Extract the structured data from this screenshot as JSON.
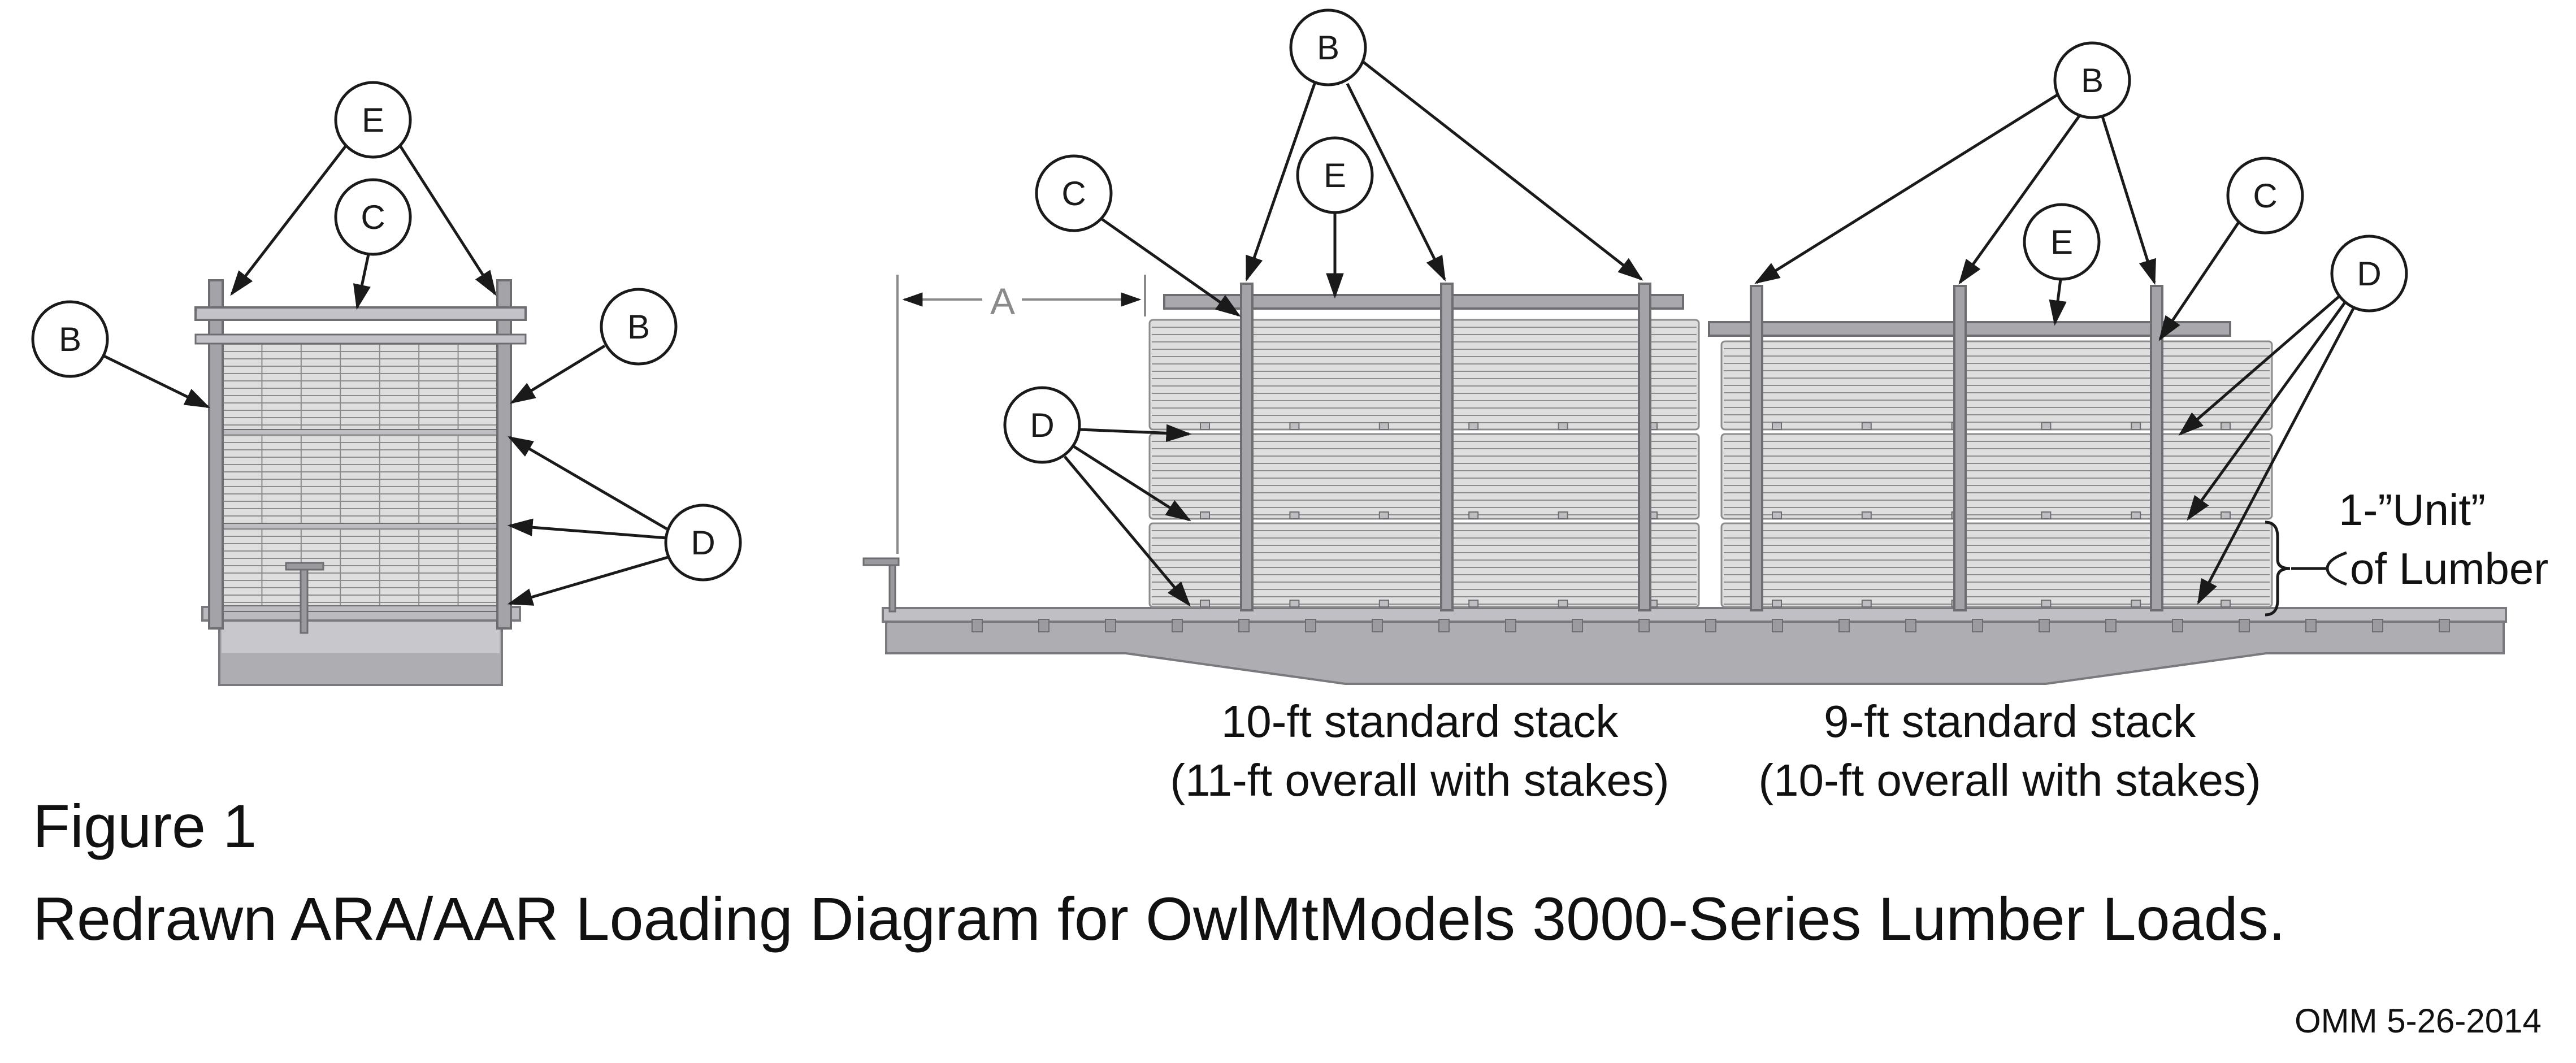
{
  "figure": {
    "number_label": "Figure 1",
    "title": "Redrawn ARA/AAR Loading Diagram for OwlMtModels 3000-Series Lumber Loads.",
    "stamp": "OMM 5-26-2014"
  },
  "callouts": {
    "a": "A",
    "b": "B",
    "c": "C",
    "d": "D",
    "e": "E"
  },
  "stacks": {
    "ten_ft": {
      "line1": "10-ft standard stack",
      "line2": "(11-ft overall with stakes)"
    },
    "nine_ft": {
      "line1": "9-ft standard stack",
      "line2": "(10-ft overall with stakes)"
    }
  },
  "unit_note": {
    "line1": "1-”Unit”",
    "line2": "of Lumber"
  },
  "colors": {
    "lumber": "#dedede",
    "lumber_line": "#8c8c8c",
    "stake": "#a4a4a8",
    "car_body": "#aeaeb2",
    "car_deck": "#c8c8cc",
    "ink": "#1a1a1a",
    "dim_line": "#8a8a8a"
  }
}
